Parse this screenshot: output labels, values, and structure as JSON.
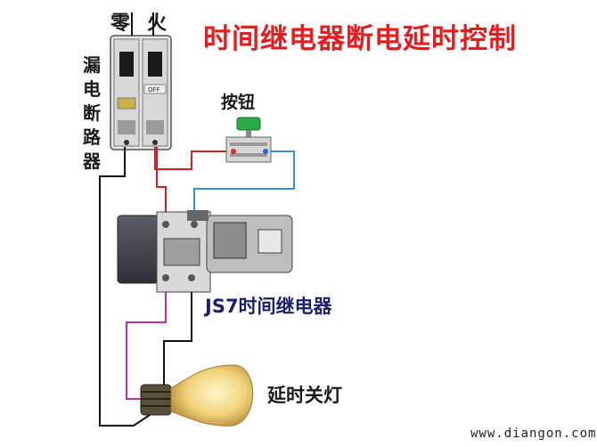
{
  "title": "时间继电器断电延时控制",
  "labels": {
    "neutral": "零",
    "live": "火",
    "breaker": "漏电断路器",
    "button": "按钮",
    "relay": "JS7时间继电器",
    "lamp": "延时关灯"
  },
  "breaker_marking": "OFF",
  "watermark": "www.diangon.com",
  "colors": {
    "title": "#e81c1c",
    "wire_red": "#d42020",
    "wire_blue": "#3a8fd0",
    "wire_black": "#111111",
    "wire_magenta": "#c0308f",
    "button_green": "#2fa84a"
  }
}
